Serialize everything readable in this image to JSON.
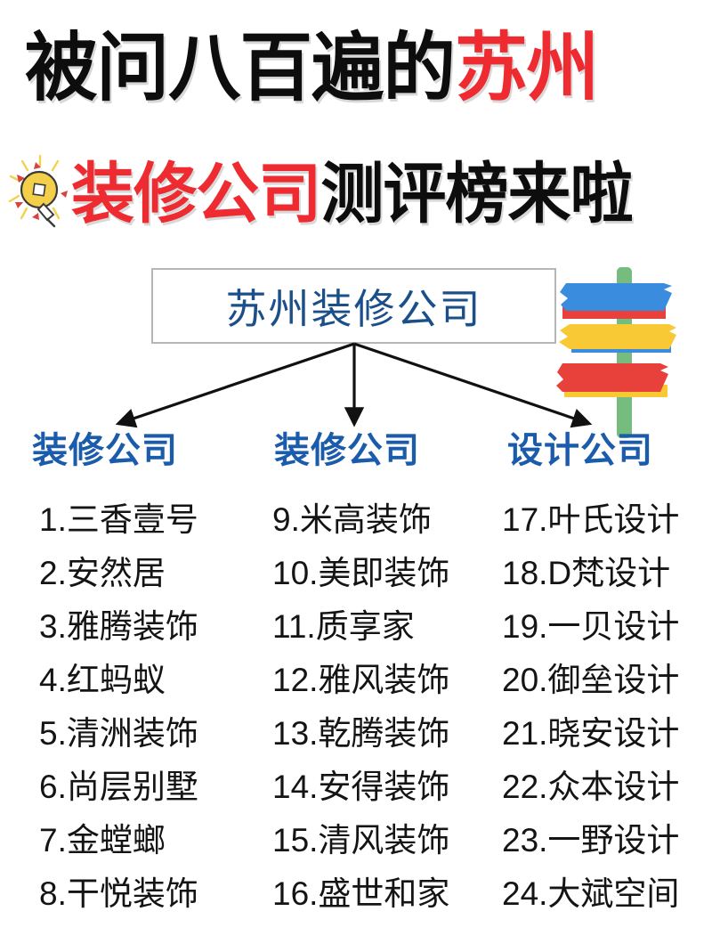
{
  "title": {
    "line1_black": "被问八百遍的",
    "line1_red": "苏州",
    "line2_red": "装修公司",
    "line2_black": "测评榜来啦",
    "bulb_icon": "lightbulb-icon"
  },
  "diagram": {
    "root_label": "苏州装修公司",
    "signpost_icon": "signpost-icon",
    "arrow_icon": "arrow-down-icon",
    "colors": {
      "red": "#ee2b30",
      "header_blue": "#1a5cab",
      "root_text_blue": "#1b4f8a",
      "root_border": "#b6b6b6",
      "sign_blue": "#3a8dde",
      "sign_yellow": "#f9c935",
      "sign_red": "#e8413c",
      "sign_post_green": "#76bc7e",
      "bulb_yellow": "#f3cf4a"
    }
  },
  "columns": [
    {
      "header": "装修公司",
      "items": [
        "1.三香壹号",
        "2.安然居",
        "3.雅腾装饰",
        "4.红蚂蚁",
        "5.清洲装饰",
        "6.尚层别墅",
        "7.金螳螂",
        "8.干悦装饰"
      ]
    },
    {
      "header": "装修公司",
      "items": [
        "9.米高装饰",
        "10.美即装饰",
        "11.质享家",
        "12.雅风装饰",
        "13.乾腾装饰",
        "14.安得装饰",
        "15.清风装饰",
        "16.盛世和家"
      ]
    },
    {
      "header": "设计公司",
      "items": [
        "17.叶氏设计",
        "18.D梵设计",
        "19.一贝设计",
        "20.御垒设计",
        "21.晓安设计",
        "22.众本设计",
        "23.一野设计",
        "24.大斌空间"
      ]
    }
  ]
}
